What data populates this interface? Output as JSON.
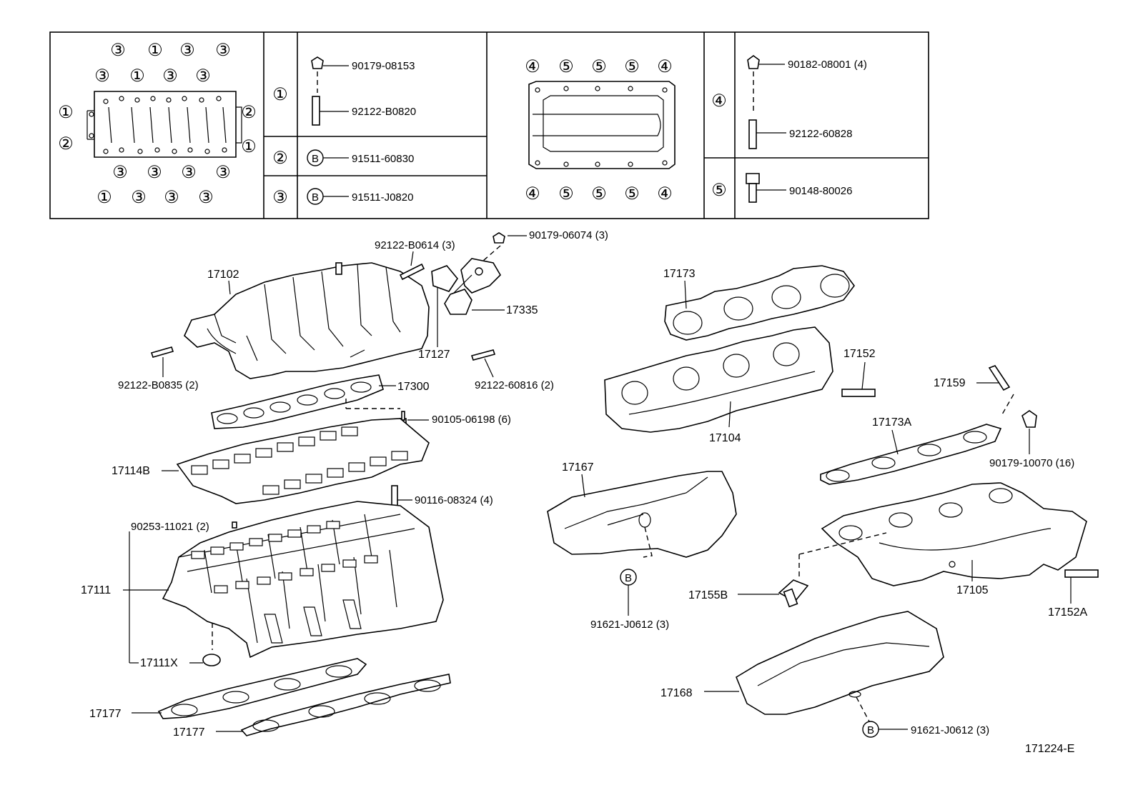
{
  "header_table": {
    "tighten_numbers": {
      "1": "①",
      "2": "②",
      "3": "③",
      "4": "④",
      "5": "⑤"
    },
    "rows_left": [
      {
        "index": "①",
        "parts": [
          {
            "pn": "90179-08153"
          },
          {
            "pn": "92122-B0820"
          }
        ]
      },
      {
        "index": "②",
        "badge": "B",
        "parts": [
          {
            "pn": "91511-60830"
          }
        ]
      },
      {
        "index": "③",
        "badge": "B",
        "parts": [
          {
            "pn": "91511-J0820"
          }
        ]
      }
    ],
    "rows_right": [
      {
        "index": "④",
        "parts": [
          {
            "pn": "90182-08001 (4)"
          },
          {
            "pn": "92122-60828"
          }
        ]
      },
      {
        "index": "⑤",
        "parts": [
          {
            "pn": "90148-80026"
          }
        ]
      }
    ]
  },
  "callouts": {
    "c17102": "17102",
    "c92122_B0614": "92122-B0614 (3)",
    "c90179_06074": "90179-06074 (3)",
    "c17335": "17335",
    "c17127": "17127",
    "c92122_B0835": "92122-B0835 (2)",
    "c92122_60816": "92122-60816 (2)",
    "c17300": "17300",
    "c90105_06198": "90105-06198 (6)",
    "c17114B": "17114B",
    "c90116_08324": "90116-08324 (4)",
    "c90253_11021": "90253-11021 (2)",
    "c17111": "17111",
    "c17111X": "17111X",
    "c17177a": "17177",
    "c17177b": "17177",
    "c17173": "17173",
    "c17152": "17152",
    "c17104": "17104",
    "c17159": "17159",
    "c17173A": "17173A",
    "c90179_10070": "90179-10070 (16)",
    "c17167": "17167",
    "c91621_J0612a": "91621-J0612 (3)",
    "c17155B": "17155B",
    "c17105": "17105",
    "c17152A": "17152A",
    "c17168": "17168",
    "c91621_J0612b": "91621-J0612 (3)",
    "badge_b": "B"
  },
  "figure_id": "171224-E"
}
